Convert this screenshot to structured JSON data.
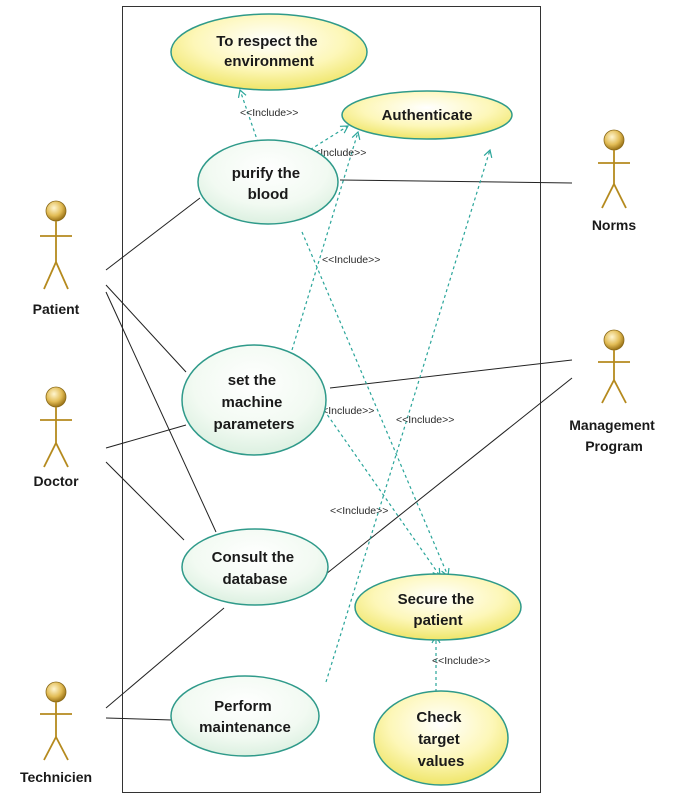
{
  "use_cases": {
    "respect": [
      "To respect the",
      "environment"
    ],
    "authenticate": [
      "Authenticate"
    ],
    "purify": [
      "purify the",
      "blood"
    ],
    "set_params": [
      "set the",
      "machine",
      "parameters"
    ],
    "consult": [
      "Consult the",
      "database"
    ],
    "secure": [
      "Secure the",
      "patient"
    ],
    "maintenance": [
      "Perform",
      "maintenance"
    ],
    "check": [
      "Check",
      "target",
      "values"
    ]
  },
  "actors": {
    "patient": [
      "Patient"
    ],
    "doctor": [
      "Doctor"
    ],
    "technicien": [
      "Technicien"
    ],
    "norms": [
      "Norms"
    ],
    "management": [
      "Management",
      "Program"
    ]
  },
  "stereotype": "<<Include>>",
  "colors": {
    "use_case_fill_light": "#fffff0",
    "use_case_fill": "#f5ee8a",
    "use_case_fill_green": "#e8f7ee",
    "use_case_stroke": "#2f9a8a",
    "include_line": "#2aa59a",
    "actor_head": "#d8b24a",
    "actor_line": "#b58a1e"
  }
}
